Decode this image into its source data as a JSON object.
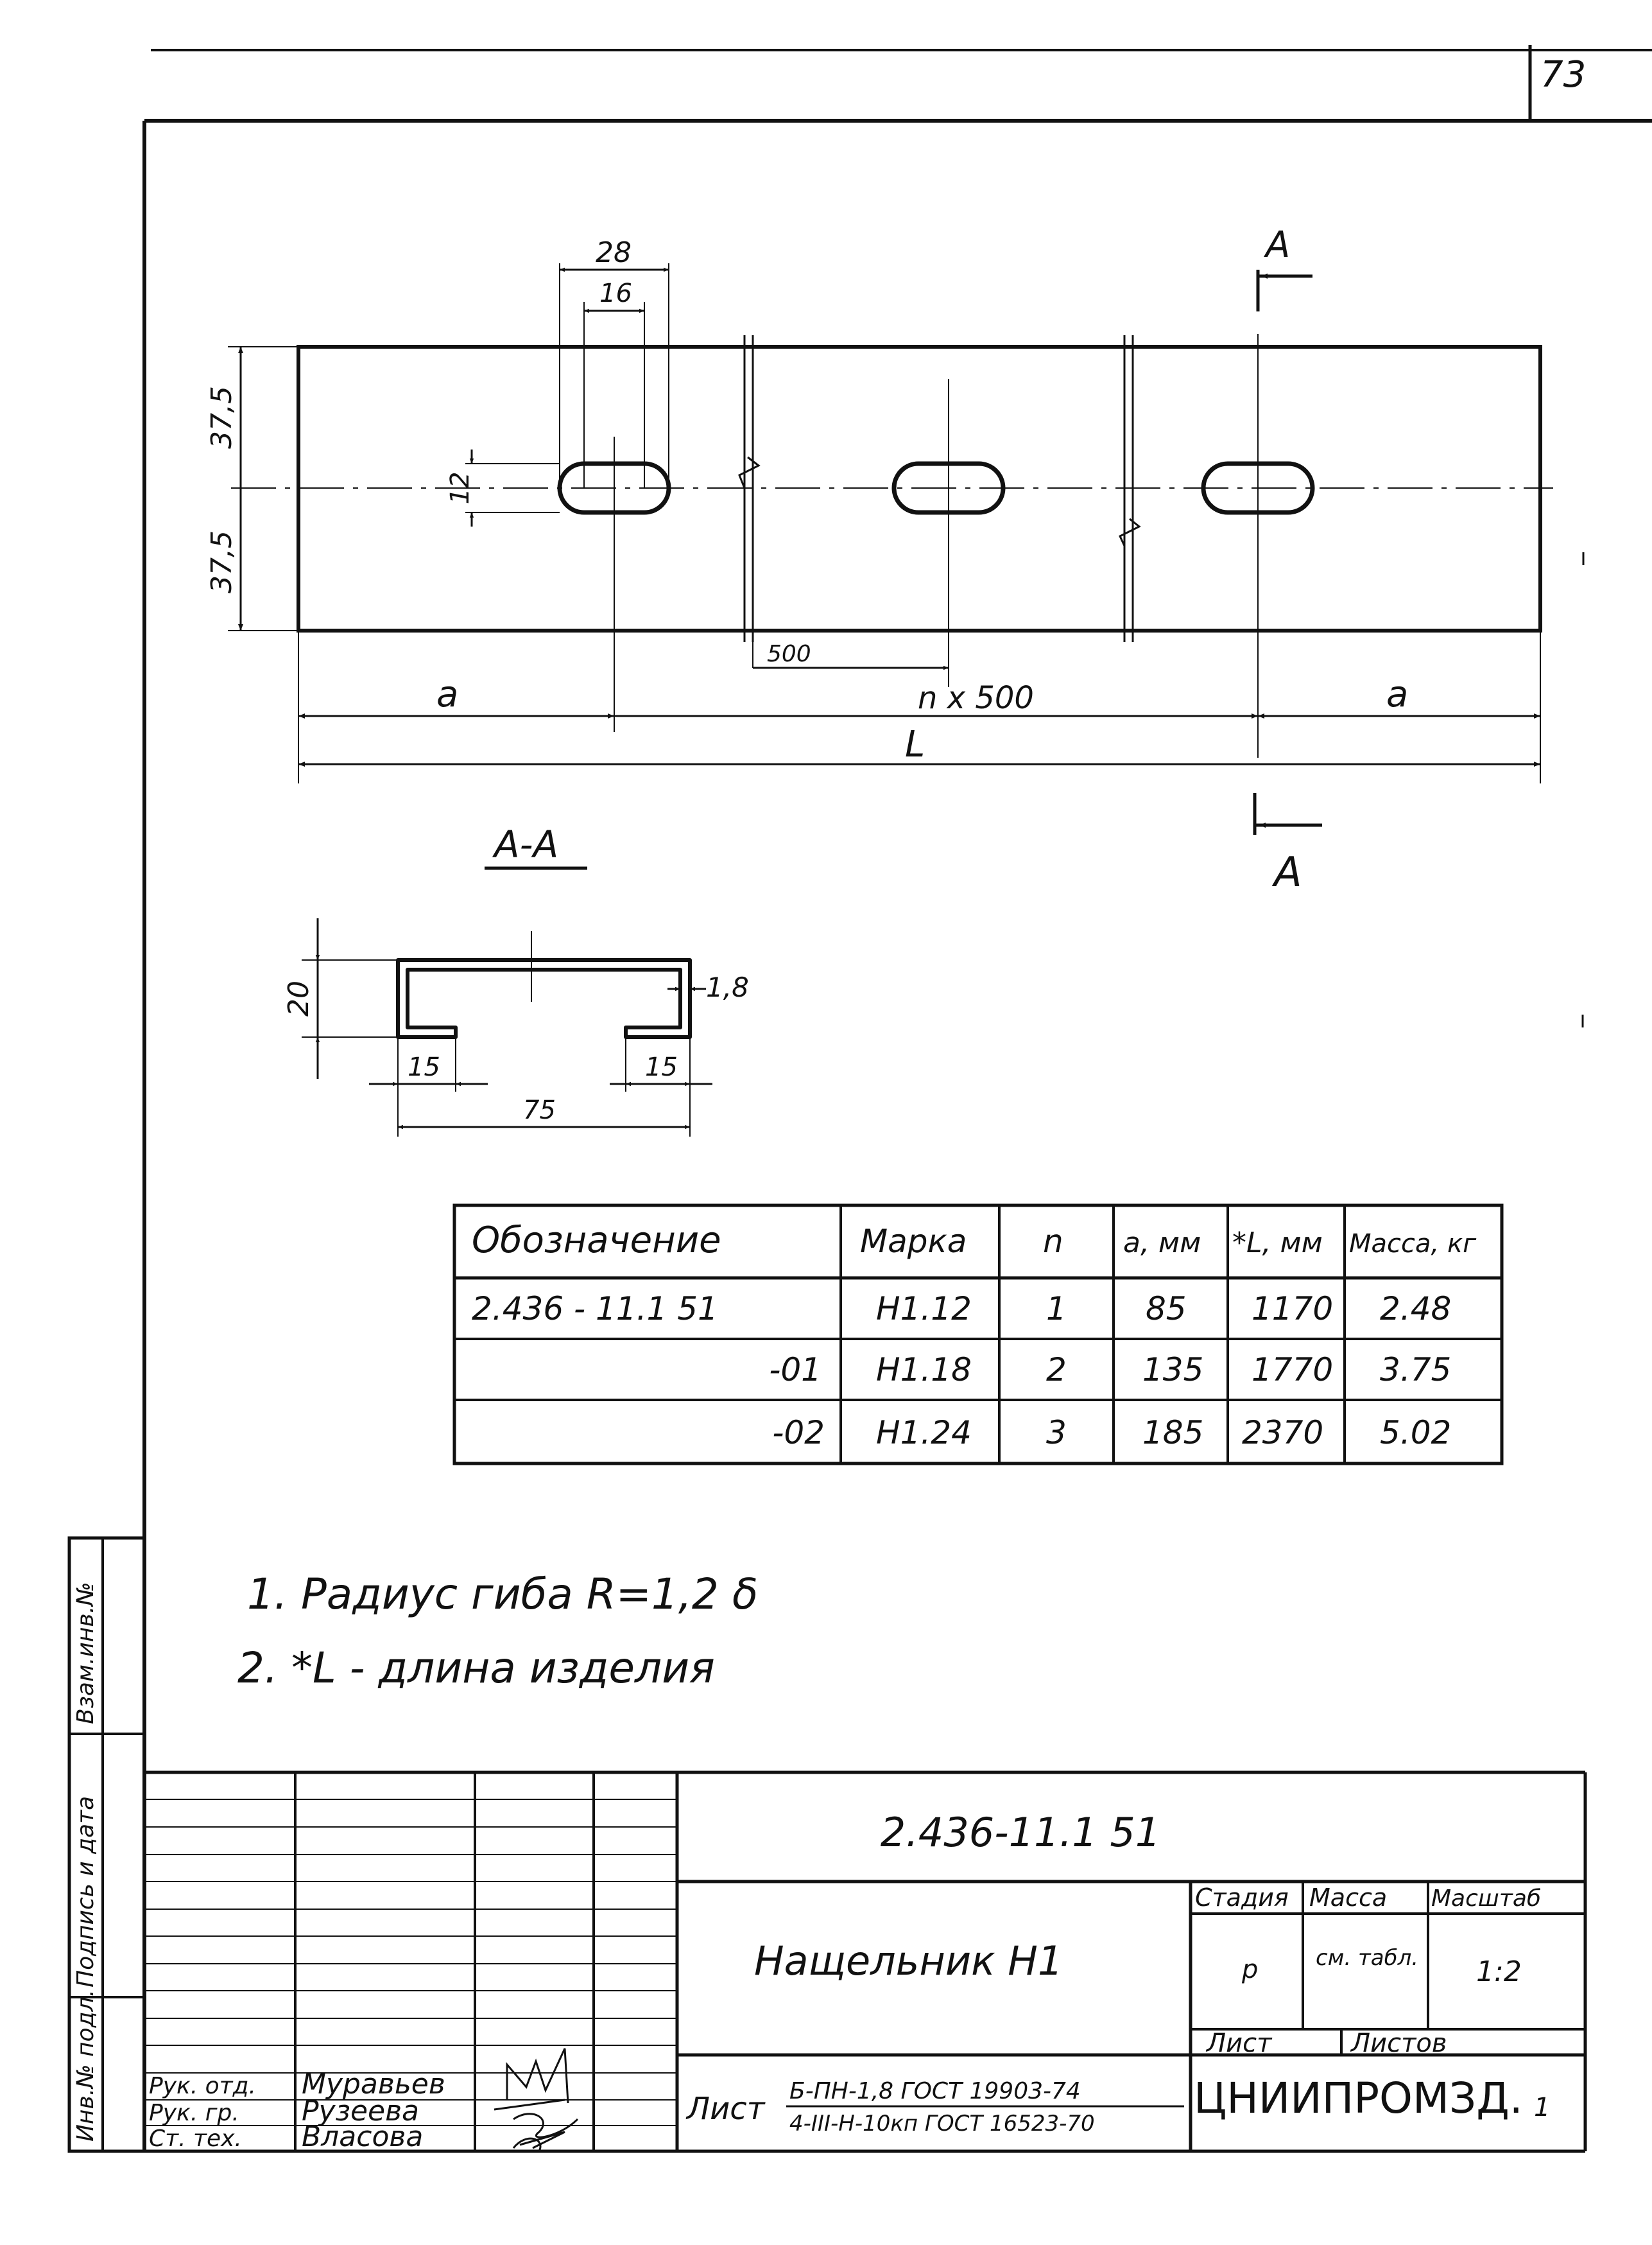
{
  "sheet_number": "73",
  "plan_view": {
    "dims": {
      "top_28": "28",
      "top_16": "16",
      "slot_12": "12",
      "h_upper": "37,5",
      "h_lower": "37,5",
      "pitch": "500",
      "a_left": "a",
      "pitch_n": "n x 500",
      "a_right": "a",
      "total": "L"
    },
    "cut_mark_top": "A",
    "cut_mark_bottom": "A"
  },
  "section_view": {
    "title": "A-A",
    "dims": {
      "h_20": "20",
      "t_18": "1,8",
      "flange_left": "15",
      "flange_right": "15",
      "width_75": "75"
    }
  },
  "spec_table": {
    "headers": [
      "Обозначение",
      "Марка",
      "n",
      "a, мм",
      "*L, мм",
      "Масса, кг"
    ],
    "rows": [
      [
        "2.436 - 11.1 51",
        "Н1.12",
        "1",
        "85",
        "1170",
        "2.48"
      ],
      [
        "-01",
        "Н1.18",
        "2",
        "135",
        "1770",
        "3.75"
      ],
      [
        "-02",
        "Н1.24",
        "3",
        "185",
        "2370",
        "5.02"
      ]
    ]
  },
  "notes": [
    "1. Радиус гиба R=1,2 δ",
    "2. *L - длина изделия"
  ],
  "side_stamp": [
    "Инв.№ подл.",
    "Подпись и дата",
    "Взам.инв.№"
  ],
  "title_block": {
    "document_code": "2.436-11.1 51",
    "title": "Нащельник Н1",
    "stage_label": "Стадия",
    "stage_value": "р",
    "mass_label": "Масса",
    "mass_value": "см. табл.",
    "scale_label": "Масштаб",
    "scale_value": "1:2",
    "sheet_label": "Лист",
    "sheets_label": "Листов",
    "sheets_value": "1",
    "organization": "ЦНИИПРОМЗД.",
    "material_prefix": "Лист",
    "material_line1": "Б-ПН-1,8 ГОСТ 19903-74",
    "material_line2": "4-III-Н-10кп ГОСТ 16523-70",
    "roles": [
      "Рук. отд.",
      "Рук. гр.",
      "Ст. тех."
    ],
    "names": [
      "Муравьев",
      "Рузеева",
      "Власова"
    ]
  }
}
